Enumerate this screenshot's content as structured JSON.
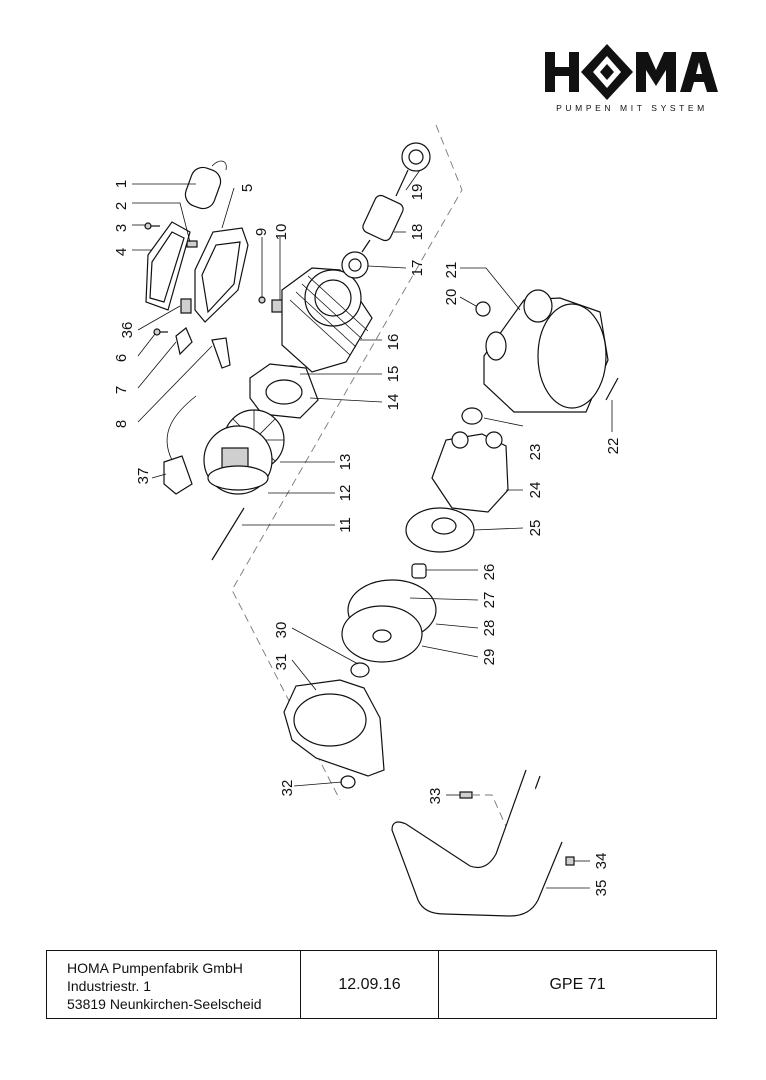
{
  "logo": {
    "brand": "HOMA",
    "tagline": "PUMPEN MIT SYSTEM"
  },
  "callouts": [
    "1",
    "2",
    "3",
    "4",
    "5",
    "6",
    "7",
    "8",
    "9",
    "10",
    "11",
    "12",
    "13",
    "14",
    "15",
    "16",
    "17",
    "18",
    "19",
    "20",
    "21",
    "22",
    "23",
    "24",
    "25",
    "26",
    "27",
    "28",
    "29",
    "30",
    "31",
    "32",
    "33",
    "34",
    "35",
    "36",
    "37"
  ],
  "title_block": {
    "company_line1": "HOMA Pumpenfabrik GmbH",
    "company_line2": "Industriestr. 1",
    "company_line3": "53819 Neunkirchen-Seelscheid",
    "date": "12.09.16",
    "model": "GPE 71"
  }
}
